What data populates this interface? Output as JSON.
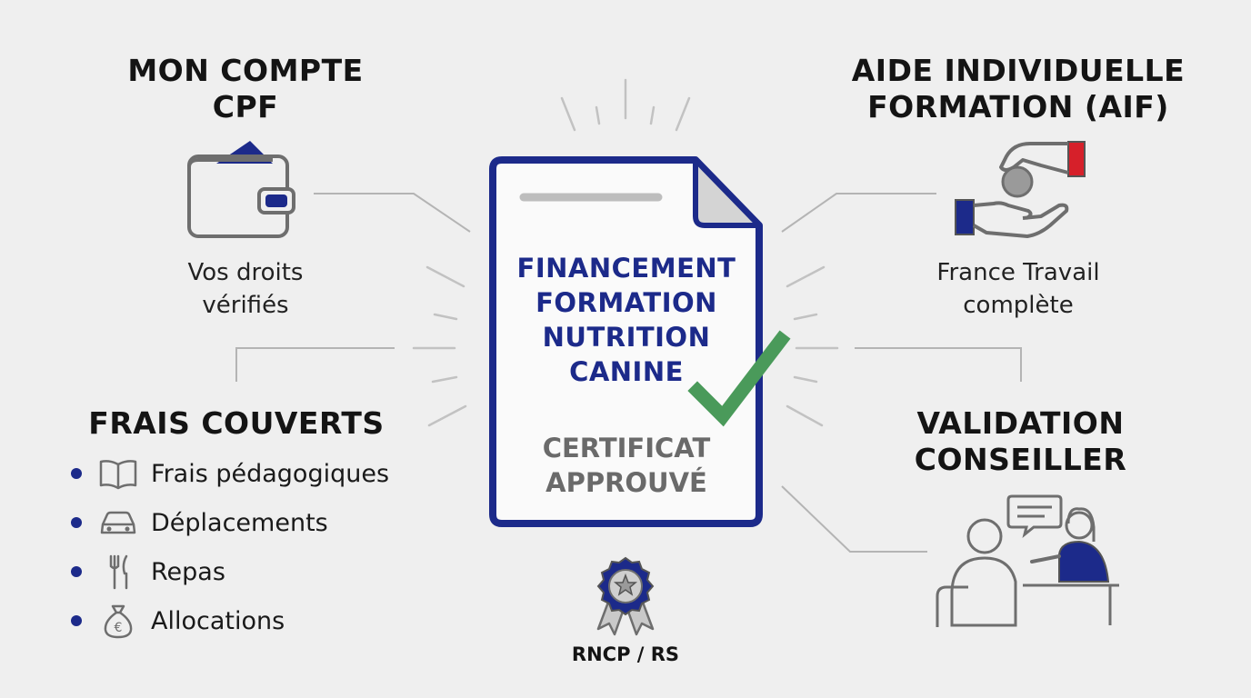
{
  "cpf": {
    "title_line1": "MON COMPTE",
    "title_line2": "CPF",
    "sub_line1": "Vos droits",
    "sub_line2": "vérifiés"
  },
  "aif": {
    "title_line1": "AIDE INDIVIDUELLE",
    "title_line2": "FORMATION (AIF)",
    "sub_line1": "France Travail",
    "sub_line2": "complète"
  },
  "frais": {
    "title": "FRAIS COUVERTS",
    "items": [
      {
        "label": "Frais pédagogiques",
        "icon": "book-icon"
      },
      {
        "label": "Déplacements",
        "icon": "car-icon"
      },
      {
        "label": "Repas",
        "icon": "cutlery-icon"
      },
      {
        "label": "Allocations",
        "icon": "money-bag-icon"
      }
    ]
  },
  "validation": {
    "title_line1": "VALIDATION",
    "title_line2": "CONSEILLER"
  },
  "document": {
    "title_lines": [
      "FINANCEMENT",
      "FORMATION",
      "NUTRITION",
      "CANINE"
    ],
    "status_line1": "CERTIFICAT",
    "status_line2": "APPROUVÉ"
  },
  "badge": {
    "label": "RNCP / RS"
  },
  "colors": {
    "navy": "#1c2a8a",
    "red": "#d6202a",
    "green": "#4a9a5a",
    "gray": "#6a6a6a",
    "background": "#efefef"
  }
}
